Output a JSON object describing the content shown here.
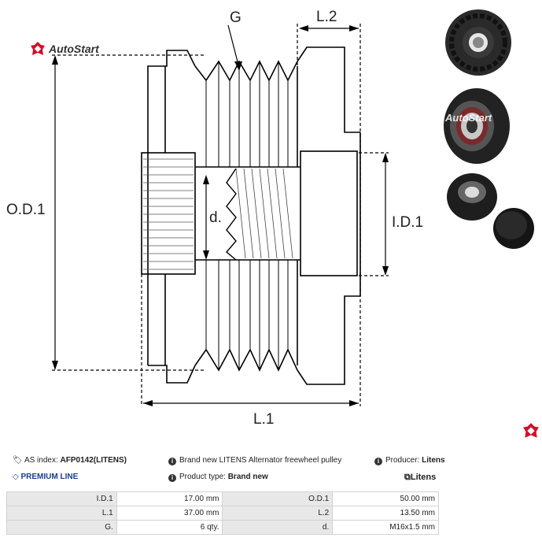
{
  "brand": {
    "name": "AutoStart"
  },
  "drawing_labels": {
    "g": "G",
    "l2": "L.2",
    "od1": "O.D.1",
    "d": "d.",
    "id1": "I.D.1",
    "l1": "L.1"
  },
  "info": {
    "as_index_label": "AS index:",
    "as_index_value": "AFP0142(LITENS)",
    "description": "Brand new LITENS Alternator freewheel pulley",
    "producer_label": "Producer:",
    "producer_value": "Litens",
    "premium_line": "PREMIUM LINE",
    "product_type_label": "Product type:",
    "product_type_value": "Brand new",
    "producer_logo": "Litens"
  },
  "specs": [
    {
      "label1": "I.D.1",
      "value1": "17.00 mm",
      "label2": "O.D.1",
      "value2": "50.00 mm"
    },
    {
      "label1": "L.1",
      "value1": "37.00 mm",
      "label2": "L.2",
      "value2": "13.50 mm"
    },
    {
      "label1": "G.",
      "value1": "6 qty.",
      "label2": "d.",
      "value2": "M16x1.5 mm"
    }
  ],
  "icons": [
    "autostart-logo-icon",
    "tags-icon",
    "info-icon",
    "diamond-icon",
    "litens-logo-icon"
  ]
}
